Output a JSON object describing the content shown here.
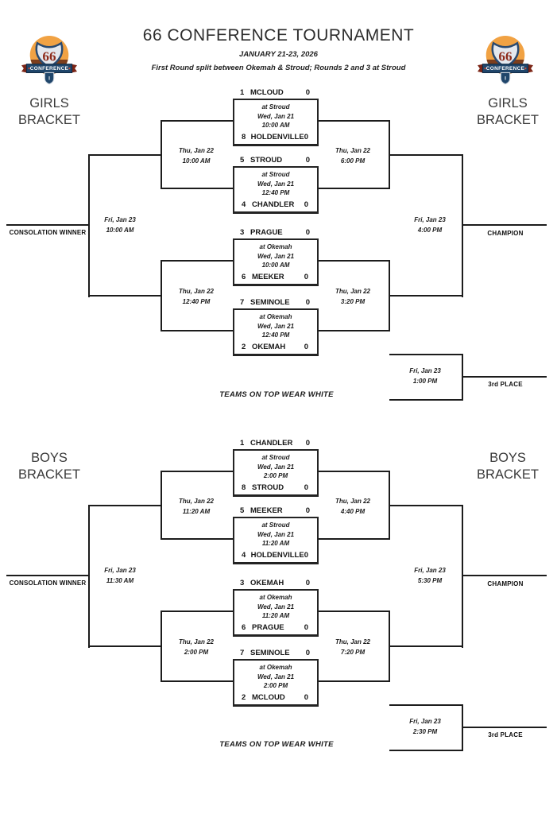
{
  "header": {
    "title": "66 CONFERENCE TOURNAMENT",
    "date_range": "JANUARY 21-23, 2026",
    "note": "First Round split between Okemah & Stroud; Rounds 2 and 3 at Stroud",
    "logo": {
      "number": "66",
      "banner": "CONFERENCE",
      "tab_numeral": "I"
    }
  },
  "labels": {
    "consolation_winner": "CONSOLATION WINNER",
    "champion": "CHAMPION",
    "third_place": "3rd PLACE",
    "teams_note": "TEAMS ON TOP WEAR WHITE"
  },
  "girls": {
    "bracket_word1": "GIRLS",
    "bracket_word2": "BRACKET",
    "games": [
      {
        "top_seed": "1",
        "top_team": "MCLOUD",
        "top_score": "0",
        "venue": "at Stroud",
        "date": "Wed, Jan 21",
        "time": "10:00 AM",
        "bottom_seed": "8",
        "bottom_team": "HOLDENVILLE",
        "bottom_score": "0"
      },
      {
        "top_seed": "5",
        "top_team": "STROUD",
        "top_score": "0",
        "venue": "at Stroud",
        "date": "Wed, Jan 21",
        "time": "12:40 PM",
        "bottom_seed": "4",
        "bottom_team": "CHANDLER",
        "bottom_score": "0"
      },
      {
        "top_seed": "3",
        "top_team": "PRAGUE",
        "top_score": "0",
        "venue": "at Okemah",
        "date": "Wed, Jan 21",
        "time": "10:00 AM",
        "bottom_seed": "6",
        "bottom_team": "MEEKER",
        "bottom_score": "0"
      },
      {
        "top_seed": "7",
        "top_team": "SEMINOLE",
        "top_score": "0",
        "venue": "at Okemah",
        "date": "Wed, Jan 21",
        "time": "12:40 PM",
        "bottom_seed": "2",
        "bottom_team": "OKEMAH",
        "bottom_score": "0"
      }
    ],
    "rounds": {
      "left_top": {
        "date": "Thu, Jan 22",
        "time": "10:00 AM"
      },
      "left_bottom": {
        "date": "Thu, Jan 22",
        "time": "12:40 PM"
      },
      "consolation": {
        "date": "Fri, Jan 23",
        "time": "10:00 AM"
      },
      "right_top": {
        "date": "Thu, Jan 22",
        "time": "6:00 PM"
      },
      "right_bottom": {
        "date": "Thu, Jan 22",
        "time": "3:20 PM"
      },
      "final": {
        "date": "Fri, Jan 23",
        "time": "4:00 PM"
      },
      "third": {
        "date": "Fri, Jan 23",
        "time": "1:00 PM"
      }
    }
  },
  "boys": {
    "bracket_word1": "BOYS",
    "bracket_word2": "BRACKET",
    "games": [
      {
        "top_seed": "1",
        "top_team": "CHANDLER",
        "top_score": "0",
        "venue": "at Stroud",
        "date": "Wed, Jan 21",
        "time": "2:00 PM",
        "bottom_seed": "8",
        "bottom_team": "STROUD",
        "bottom_score": "0"
      },
      {
        "top_seed": "5",
        "top_team": "MEEKER",
        "top_score": "0",
        "venue": "at Stroud",
        "date": "Wed, Jan 21",
        "time": "11:20 AM",
        "bottom_seed": "4",
        "bottom_team": "HOLDENVILLE",
        "bottom_score": "0"
      },
      {
        "top_seed": "3",
        "top_team": "OKEMAH",
        "top_score": "0",
        "venue": "at Okemah",
        "date": "Wed, Jan 21",
        "time": "11:20 AM",
        "bottom_seed": "6",
        "bottom_team": "PRAGUE",
        "bottom_score": "0"
      },
      {
        "top_seed": "7",
        "top_team": "SEMINOLE",
        "top_score": "0",
        "venue": "at Okemah",
        "date": "Wed, Jan 21",
        "time": "2:00 PM",
        "bottom_seed": "2",
        "bottom_team": "MCLOUD",
        "bottom_score": "0"
      }
    ],
    "rounds": {
      "left_top": {
        "date": "Thu, Jan 22",
        "time": "11:20 AM"
      },
      "left_bottom": {
        "date": "Thu, Jan 22",
        "time": "2:00 PM"
      },
      "consolation": {
        "date": "Fri, Jan 23",
        "time": "11:30 AM"
      },
      "right_top": {
        "date": "Thu, Jan 22",
        "time": "4:40 PM"
      },
      "right_bottom": {
        "date": "Thu, Jan 22",
        "time": "7:20 PM"
      },
      "final": {
        "date": "Fri, Jan 23",
        "time": "5:30 PM"
      },
      "third": {
        "date": "Fri, Jan 23",
        "time": "2:30 PM"
      }
    }
  }
}
